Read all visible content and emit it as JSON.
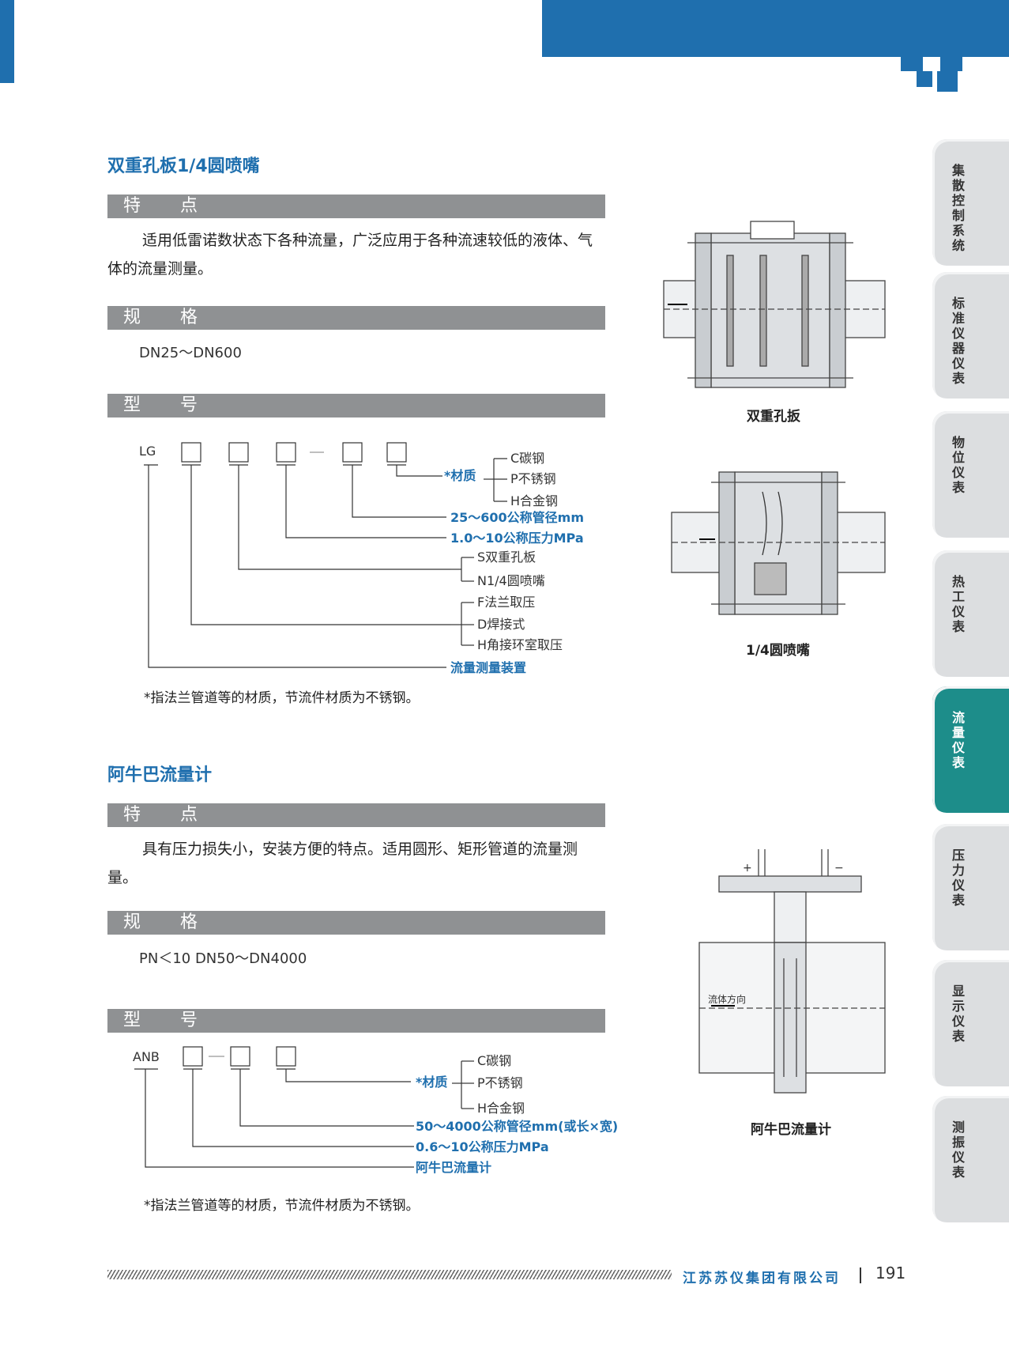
{
  "page": {
    "number": "191",
    "company": "江苏苏仪集团有限公司"
  },
  "side_tabs": [
    {
      "label": "集散控制系统",
      "active": false
    },
    {
      "label": "标准仪器仪表",
      "active": false
    },
    {
      "label": "物位仪表",
      "active": false
    },
    {
      "label": "热工仪表",
      "active": false
    },
    {
      "label": "流量仪表",
      "active": true
    },
    {
      "label": "压力仪表",
      "active": false
    },
    {
      "label": "显示仪表",
      "active": false
    },
    {
      "label": "测振仪表",
      "active": false
    }
  ],
  "section1": {
    "title": "双重孔板1/4圆喷嘴",
    "features_header": "特　　点",
    "features_text": "适用低雷诺数状态下各种流量，广泛应用于各种流速较低的液体、气体的流量测量。",
    "spec_header": "规　　格",
    "spec_text": "DN25～DN600",
    "model_header": "型　　号",
    "model_prefix": "LG",
    "material_label": "*材质",
    "materials": [
      "C碳钢",
      "P不锈钢",
      "H合金钢"
    ],
    "diameter_label": "25～600公称管径mm",
    "pressure_label": "1.0～10公称压力MPa",
    "types": [
      "S双重孔板",
      "N1/4圆喷嘴"
    ],
    "connections": [
      "F法兰取压",
      "D焊接式",
      "H角接环室取压"
    ],
    "device_label": "流量测量装置",
    "note": "*指法兰管道等的材质，节流件材质为不锈钢。",
    "caption1": "双重孔扳",
    "caption2": "1/4圆喷嘴"
  },
  "section2": {
    "title": "阿牛巴流量计",
    "features_header": "特　　点",
    "features_text": "具有压力损失小，安装方便的特点。适用圆形、矩形管道的流量测量。",
    "spec_header": "规　　格",
    "spec_text": "PN＜10  DN50～DN4000",
    "model_header": "型　　号",
    "model_prefix": "ANB",
    "material_label": "*材质",
    "materials": [
      "C碳钢",
      "P不锈钢",
      "H合金钢"
    ],
    "diameter_label": "50～4000公称管径mm(或长×宽)",
    "pressure_label": "0.6～10公称压力MPa",
    "device_label": "阿牛巴流量计",
    "note": "*指法兰管道等的材质，节流件材质为不锈钢。",
    "caption": "阿牛巴流量计",
    "flow_dir": "流体方向",
    "plus": "+",
    "minus": "−"
  }
}
